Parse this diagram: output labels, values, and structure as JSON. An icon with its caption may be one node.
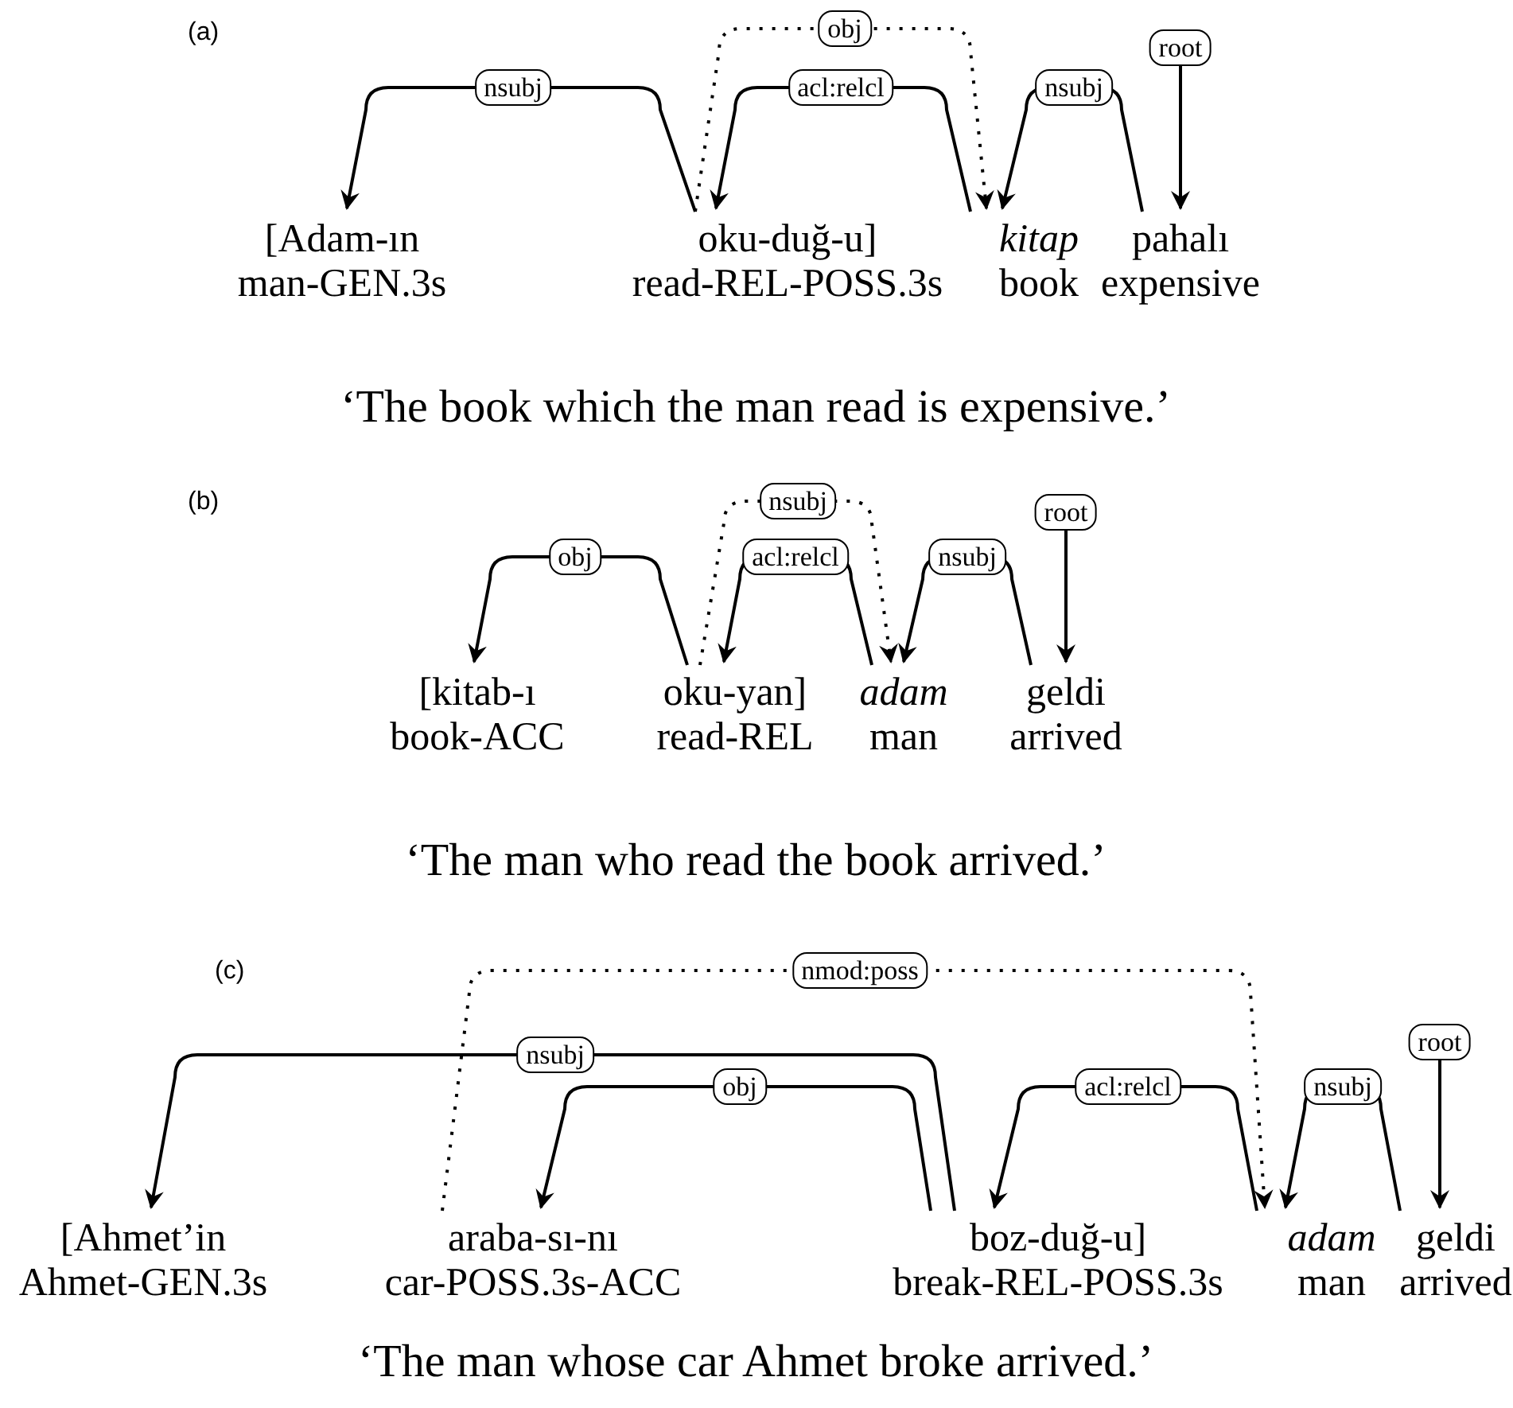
{
  "diagram": {
    "nodes": [
      {
        "text": [
          "[Adam-ın",
          "man-GEN.3s"
        ]
      },
      {
        "text": [
          "oku-duğ-u]",
          "read-REL-POSS.3s"
        ]
      },
      {
        "text": [
          "kitap",
          "book"
        ]
      },
      {
        "text": [
          "pahalı",
          "expensive"
        ]
      },
      {
        "text": [
          "[kitab-ı",
          "book-ACC"
        ]
      },
      {
        "text": [
          "oku-yan]",
          "read-REL"
        ]
      },
      {
        "text": [
          "adam",
          "man"
        ]
      },
      {
        "text": [
          "geldi",
          "arrived"
        ]
      },
      {
        "text": [
          "[Ahmet’in",
          "Ahmet-GEN.3s"
        ]
      },
      {
        "text": [
          "araba-sı-nı",
          "car-POSS.3s-ACC"
        ]
      },
      {
        "text": [
          "boz-duğ-u]",
          "break-REL-POSS.3s"
        ]
      },
      {
        "text": [
          "adam",
          "man"
        ]
      },
      {
        "text": [
          "geldi",
          "arrived"
        ]
      }
    ],
    "edges": [
      {
        "from": 1,
        "to": 0,
        "arrow": "to",
        "label": "nsubj"
      },
      {
        "from": 2,
        "to": 1,
        "arrow": "to",
        "label": "acl:relcl"
      },
      {
        "from": 1,
        "to": 2,
        "arrow": "to",
        "label": "obj",
        "style": "dashed"
      },
      {
        "from": 3,
        "to": 2,
        "arrow": "to",
        "label": "nsubj"
      },
      {
        "from": null,
        "to": 3,
        "arrow": "to",
        "label": "root"
      },
      {
        "from": 5,
        "to": 4,
        "arrow": "to",
        "label": "obj"
      },
      {
        "from": 6,
        "to": 5,
        "arrow": "to",
        "label": "acl:relcl"
      },
      {
        "from": 5,
        "to": 6,
        "arrow": "to",
        "label": "nsubj",
        "style": "dashed"
      },
      {
        "from": 7,
        "to": 6,
        "arrow": "to",
        "label": "nsubj"
      },
      {
        "from": null,
        "to": 7,
        "arrow": "to",
        "label": "root"
      },
      {
        "from": 10,
        "to": 8,
        "arrow": "to",
        "label": "nsubj"
      },
      {
        "from": 10,
        "to": 9,
        "arrow": "to",
        "label": "obj"
      },
      {
        "from": 11,
        "to": 10,
        "arrow": "to",
        "label": "acl:relcl"
      },
      {
        "from": 9,
        "to": 11,
        "arrow": "to",
        "label": "nmod:poss",
        "style": "dashed"
      },
      {
        "from": 12,
        "to": 11,
        "arrow": "to",
        "label": "nsubj"
      },
      {
        "from": null,
        "to": 12,
        "arrow": "to",
        "label": "root"
      }
    ],
    "labels": [
      "(a)",
      "‘The book which the man read is expensive.’",
      "(b)",
      "‘The man who read the book arrived.’",
      "(c)",
      "‘The man whose car Ahmet broke arrived.’"
    ]
  }
}
